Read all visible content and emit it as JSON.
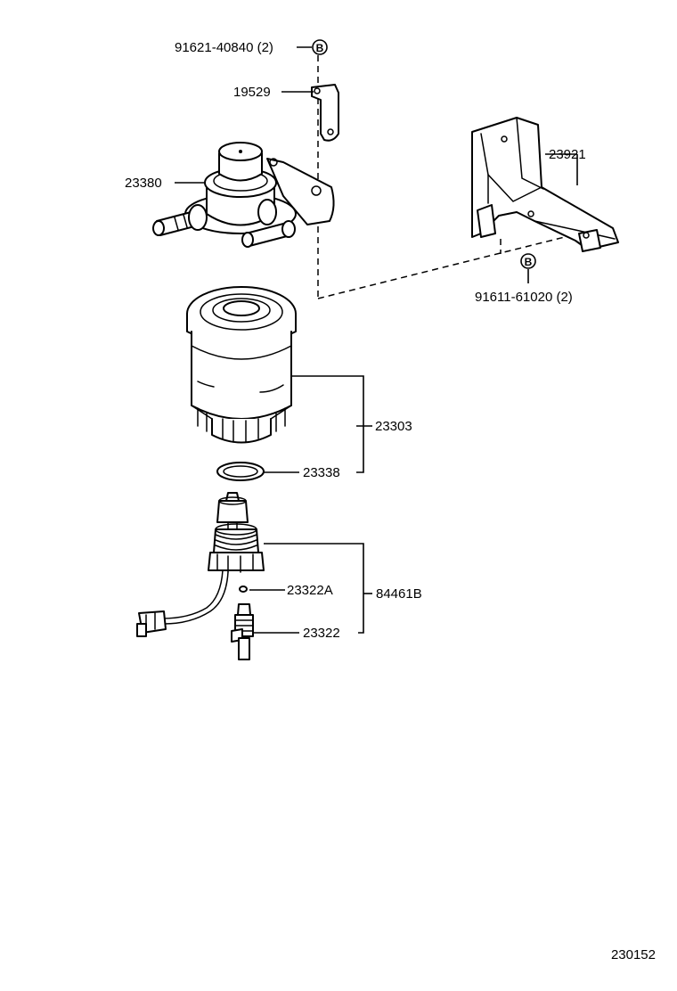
{
  "labels": {
    "bolt_top": "91621-40840 (2)",
    "bolt_top_mark": "B",
    "bracket_small": "19529",
    "filter_head": "23380",
    "bracket_large": "23921",
    "bolt_bracket": "91611-61020 (2)",
    "bolt_bracket_mark": "B",
    "filter_element": "23303",
    "o_ring": "23338",
    "sensor_assy": "84461B",
    "gasket_small": "23322A",
    "drain_plug": "23322"
  },
  "footer": {
    "drawing_number": "230152"
  }
}
